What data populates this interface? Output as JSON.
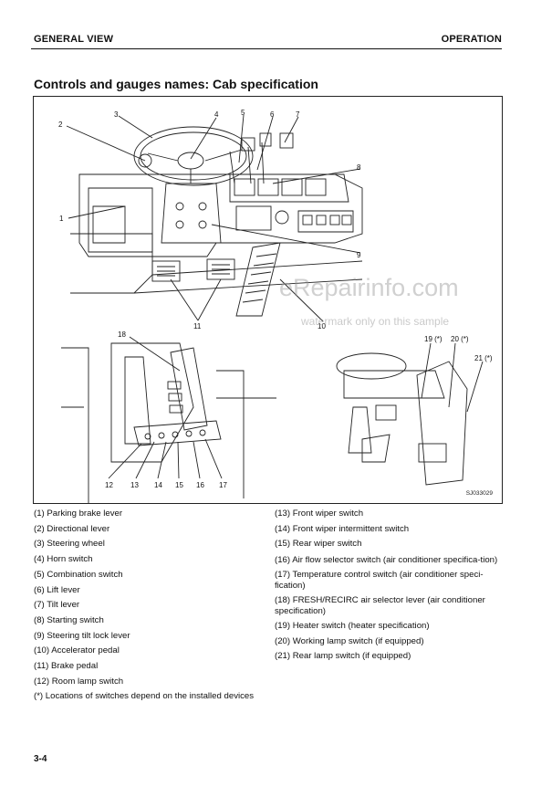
{
  "header": {
    "left": "GENERAL VIEW",
    "right": "OPERATION"
  },
  "section_title": "Controls and gauges names: Cab specification",
  "figure": {
    "code": "SJ033029",
    "watermark_main": "eRepairinfo.com",
    "watermark_sub": "watermark only on this sample",
    "callouts": [
      "1",
      "2",
      "3",
      "4",
      "5",
      "6",
      "7",
      "8",
      "9",
      "10",
      "11",
      "12",
      "13",
      "14",
      "15",
      "16",
      "17",
      "18",
      "19 (*)",
      "20 (*)",
      "21 (*)"
    ]
  },
  "legend_left": [
    "(1) Parking brake lever",
    "(2) Directional lever",
    "(3) Steering wheel",
    "(4) Horn switch",
    "(5) Combination switch",
    "(6) Lift lever",
    "(7) Tilt lever",
    "(8) Starting switch",
    "(9) Steering tilt lock lever",
    "(10) Accelerator pedal",
    "(11) Brake pedal",
    "(12) Room lamp switch",
    "(*) Locations of switches depend on the installed devices"
  ],
  "legend_right": [
    "(13) Front wiper switch",
    "(14) Front wiper intermittent switch",
    "(15) Rear wiper switch",
    "(16) Air flow selector switch (air conditioner specifica-tion)",
    "(17) Temperature control switch (air conditioner speci-fication)",
    "(18) FRESH/RECIRC air selector lever (air conditioner specification)",
    "(19) Heater switch (heater specification)",
    "(20) Working lamp switch (if equipped)",
    "(21) Rear lamp switch (if equipped)"
  ],
  "page_number": "3-4"
}
